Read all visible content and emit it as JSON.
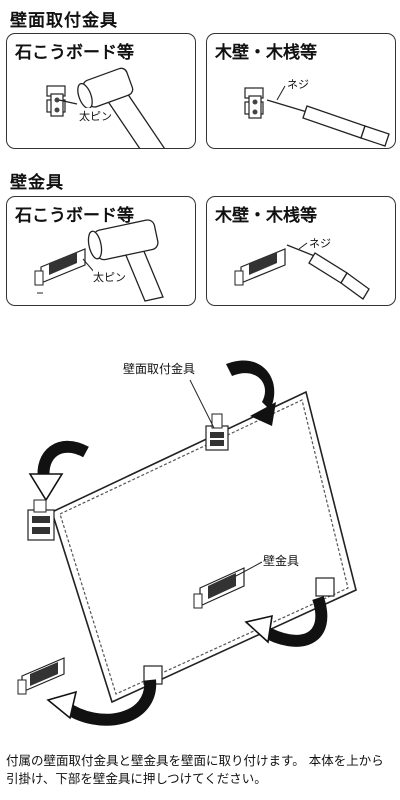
{
  "section1": {
    "title": "壁面取付金具",
    "panels": [
      {
        "title": "石こうボード等",
        "callout": "太ピン"
      },
      {
        "title": "木壁・木桟等",
        "callout": "ネジ"
      }
    ]
  },
  "section2": {
    "title": "壁金具",
    "panels": [
      {
        "title": "石こうボード等",
        "callout": "太ピン"
      },
      {
        "title": "木壁・木桟等",
        "callout": "ネジ"
      }
    ]
  },
  "illustration": {
    "label_top_hook": "壁面取付金具",
    "label_wall_bracket": "壁金具"
  },
  "caption": "付属の壁面取付金具と壁金具を壁面に取り付けます。 本体を上から引掛け、下部を壁金具に押しつけてください。"
}
